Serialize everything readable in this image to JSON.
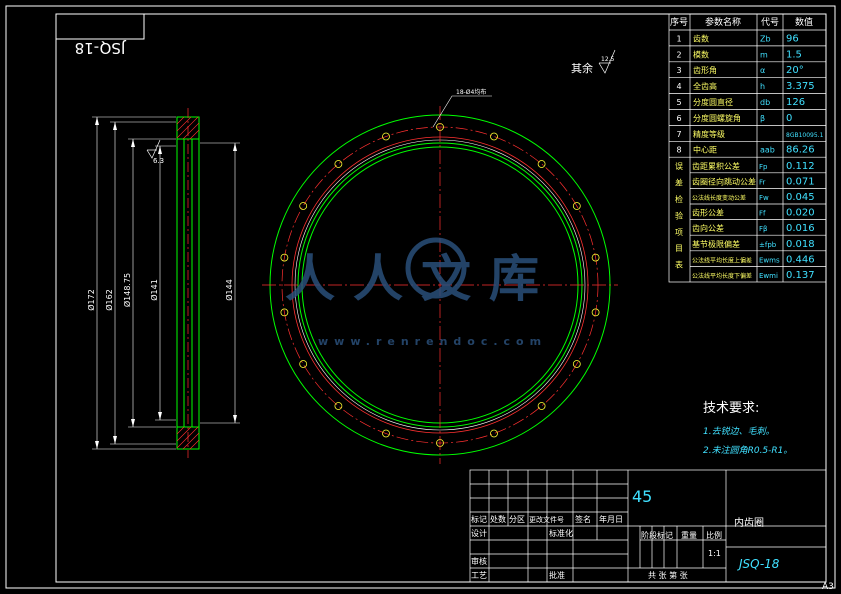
{
  "colors": {
    "background": "#000000",
    "frame": "#ffffff",
    "outline": "#00ff00",
    "hidden": "#ff3030",
    "bolt": "#ffff33",
    "dim": "#ffffff",
    "text_cyan": "#40e0ff",
    "watermark": "#2a4f7a"
  },
  "drawing_code_mirrored": "JSQ-18",
  "section_view": {
    "dims": [
      "Ø172",
      "Ø162",
      "Ø148.75",
      "Ø141",
      "Ø144"
    ],
    "surface_mark": "6.3"
  },
  "face_view": {
    "hole_note": "18-Ø4均布",
    "hole_count": 18
  },
  "roughness_note": {
    "label": "其余",
    "value": "12.5"
  },
  "params_table": {
    "headers": [
      "序号",
      "参数名称",
      "代号",
      "数值"
    ],
    "rows": [
      {
        "no": "1",
        "name": "齿数",
        "sym": "Zb",
        "val": "96"
      },
      {
        "no": "2",
        "name": "模数",
        "sym": "m",
        "val": "1.5"
      },
      {
        "no": "3",
        "name": "齿形角",
        "sym": "α",
        "val": "20°"
      },
      {
        "no": "4",
        "name": "全齿高",
        "sym": "h",
        "val": "3.375"
      },
      {
        "no": "5",
        "name": "分度圆直径",
        "sym": "db",
        "val": "126"
      },
      {
        "no": "6",
        "name": "分度圆螺旋角",
        "sym": "β",
        "val": "0"
      },
      {
        "no": "7",
        "name": "精度等级",
        "sym": "",
        "val": "8GB10095.1"
      },
      {
        "no": "8",
        "name": "中心距",
        "sym": "aab",
        "val": "86.26"
      }
    ],
    "group_label": "误差检验项目表",
    "group_rows": [
      {
        "name": "齿距累积公差",
        "sym": "Fp",
        "val": "0.112"
      },
      {
        "name": "齿圈径向跳动公差",
        "sym": "Fr",
        "val": "0.071"
      },
      {
        "name": "公法线长度变动公差",
        "sym": "Fw",
        "val": "0.045"
      },
      {
        "name": "齿形公差",
        "sym": "Ff",
        "val": "0.020"
      },
      {
        "name": "齿向公差",
        "sym": "Fβ",
        "val": "0.016"
      },
      {
        "name": "基节极限偏差",
        "sym": "±fpb",
        "val": "0.018"
      },
      {
        "name": "公法线平均长度上偏差",
        "sym": "Ewms",
        "val": "0.446"
      },
      {
        "name": "公法线平均长度下偏差",
        "sym": "Ewmi",
        "val": "0.137"
      }
    ]
  },
  "tech_req": {
    "title": "技术要求:",
    "items": [
      "1.去锐边、毛刺。",
      "2.未注圆角R0.5-R1。"
    ]
  },
  "title_block": {
    "material": "45",
    "part_name": "内齿圈",
    "drawing_no": "JSQ-18",
    "scale": "1:1",
    "row_labels": [
      "标记",
      "处数",
      "分区",
      "更改文件号",
      "签名",
      "年月日"
    ],
    "design": "设计",
    "standardize": "标准化",
    "stage_mark": "阶段标记",
    "weight": "重量",
    "ratio": "比例",
    "audit": "审核",
    "process": "工艺",
    "approve": "批准",
    "sheets": "共  张  第  张"
  },
  "sheet_size": "A3",
  "watermark": {
    "text": "人人文库",
    "url": "www.renrendoc.com"
  }
}
